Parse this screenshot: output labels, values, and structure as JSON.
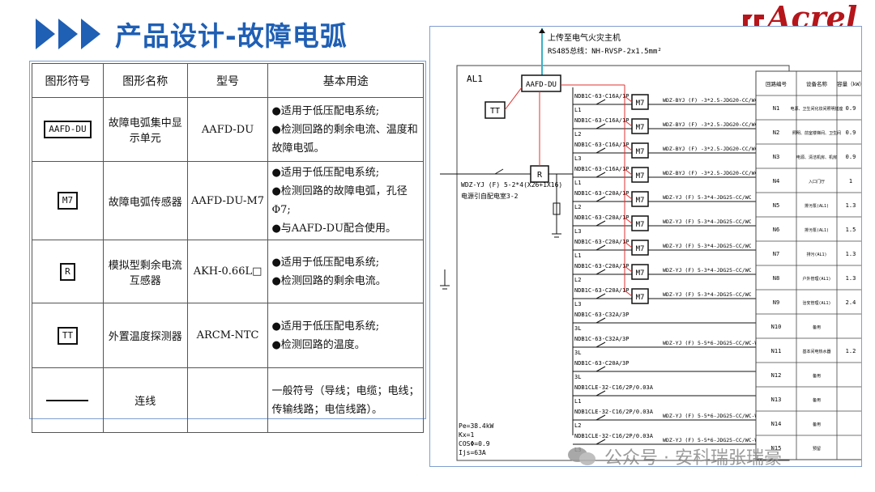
{
  "title": "产品设计-故障电弧",
  "logo": {
    "text": "Acrel",
    "color": "#b4161b"
  },
  "colors": {
    "title": "#1f5fb4",
    "frame": "#7f9fcf",
    "red_wire": "#e03030",
    "cyan_bus": "#3ab0c8"
  },
  "table": {
    "headers": [
      "图形符号",
      "图形名称",
      "型号",
      "基本用途"
    ],
    "rows": [
      {
        "symbol": "AAFD-DU",
        "name": "故障电弧集中显示单元",
        "model": "AAFD-DU",
        "uses": [
          "●适用于低压配电系统;",
          "●检测回路的剩余电流、温度和故障电弧。"
        ]
      },
      {
        "symbol": "M7",
        "name": "故障电弧传感器",
        "model": "AAFD-DU-M7",
        "uses": [
          "●适用于低压配电系统;",
          "●检测回路的故障电弧，孔径Φ7;",
          "●与AAFD-DU配合使用。"
        ]
      },
      {
        "symbol": "R",
        "name": "模拟型剩余电流互感器",
        "model": "AKH-0.66L□",
        "uses": [
          "●适用于低压配电系统;",
          "●检测回路的剩余电流。"
        ]
      },
      {
        "symbol": "TT",
        "name": "外置温度探测器",
        "model": "ARCM-NTC",
        "uses": [
          "●适用于低压配电系统;",
          "●检测回路的温度。"
        ]
      },
      {
        "symbol": "",
        "name": "连线",
        "model": "",
        "uses": [
          "一般符号（导线；电缆；电线；传输线路；电信线路）。"
        ]
      }
    ]
  },
  "diagram": {
    "top_label": "上传至电气火灾主机",
    "bus_label": "RS485总线：NH-RVSP-2x1.5mm²",
    "panel": "AL1",
    "du_label": "AAFD-DU",
    "tt_label": "TT",
    "r_label": "R",
    "m7_label": "M7",
    "incoming_cable": "WDZ-YJ (F) 5-2*4(X26+1X16)",
    "incoming_source": "电源引自配电室3-2",
    "params": [
      "Pe=38.4kW",
      "Kx=1",
      "COSΦ=0.9",
      "Ijs=63A"
    ],
    "branches": [
      {
        "breaker": "NDB1C-63-C16A/1P",
        "phase": "L1",
        "cable": "WDZ-BYJ (F) -3*2.5-JDG20-CC/WC",
        "m7": true
      },
      {
        "breaker": "NDB1C-63-C16A/1P",
        "phase": "L2",
        "cable": "WDZ-BYJ (F) -3*2.5-JDG20-CC/WC",
        "m7": true
      },
      {
        "breaker": "NDB1C-63-C16A/1P",
        "phase": "L3",
        "cable": "WDZ-BYJ (F) -3*2.5-JDG20-CC/WC",
        "m7": true
      },
      {
        "breaker": "NDB1C-63-C16A/1P",
        "phase": "L1",
        "cable": "WDZ-BYJ (F) -3*2.5-JDG20-CC/WC",
        "m7": true
      },
      {
        "breaker": "NDB1C-63-C20A/1P",
        "phase": "L2",
        "cable": "WDZ-YJ (F) 5-3*4-JDG25-CC/WC",
        "m7": true
      },
      {
        "breaker": "NDB1C-63-C20A/1P",
        "phase": "L3",
        "cable": "WDZ-YJ (F) 5-3*4-JDG25-CC/WC",
        "m7": true
      },
      {
        "breaker": "NDB1C-63-C20A/1P",
        "phase": "L1",
        "cable": "WDZ-YJ (F) 5-3*4-JDG25-CC/WC",
        "m7": true
      },
      {
        "breaker": "NDB1C-63-C20A/1P",
        "phase": "L2",
        "cable": "WDZ-YJ (F) 5-3*4-JDG25-CC/WC",
        "m7": true
      },
      {
        "breaker": "NDB1C-63-C20A/1P",
        "phase": "L3",
        "cable": "WDZ-YJ (F) 5-3*4-JDG25-CC/WC",
        "m7": true
      },
      {
        "breaker": "NDB1C-63-C32A/3P",
        "phase": "3L",
        "cable": "",
        "m7": false
      },
      {
        "breaker": "NDB1C-63-C32A/3P",
        "phase": "3L",
        "cable": "WDZ-YJ (F) 5-5*6-JDG25-CC/WC-WR",
        "m7": false
      },
      {
        "breaker": "NDB1C-63-C20A/3P",
        "phase": "3L",
        "cable": "",
        "m7": false
      },
      {
        "breaker": "NDB1CLE-32-C16/2P/0.03A",
        "phase": "L1",
        "cable": "",
        "m7": false
      },
      {
        "breaker": "NDB1CLE-32-C16/2P/0.03A",
        "phase": "L2",
        "cable": "WDZ-YJ (F) 5-5*6-JDG25-CC/WC-WR",
        "m7": false
      },
      {
        "breaker": "NDB1CLE-32-C16/2P/0.03A",
        "phase": "L3",
        "cable": "WDZ-YJ (F) 5-5*6-JDG25-CC/WC-WR",
        "m7": false
      }
    ],
    "loads": {
      "headers": [
        "回路编号",
        "设备名称",
        "容量（kW）"
      ],
      "rows": [
        [
          "N1",
          "电源、卫生间化妆间照明插座",
          "0.9"
        ],
        [
          "N2",
          "照明、前室楼梯间、卫生间",
          "0.9"
        ],
        [
          "N3",
          "电源、清洁机房、机房",
          "0.9"
        ],
        [
          "N4",
          "入口门厅",
          "1"
        ],
        [
          "N5",
          "排污泵(AL1)",
          "1.3"
        ],
        [
          "N6",
          "排污泵(AL1)",
          "1.5"
        ],
        [
          "N7",
          "排污(AL1)",
          "1.3"
        ],
        [
          "N8",
          "户外管理(AL1)",
          "1.3"
        ],
        [
          "N9",
          "治安管理(AL1)",
          "2.4"
        ],
        [
          "N10",
          "备用",
          ""
        ],
        [
          "N11",
          "基本间电热水器",
          "1.2"
        ],
        [
          "N12",
          "备用",
          ""
        ],
        [
          "N13",
          "备用",
          ""
        ],
        [
          "N14",
          "备用",
          ""
        ],
        [
          "N15",
          "预留",
          ""
        ]
      ]
    }
  },
  "watermark": "公众号 · 安科瑞张瑞豪"
}
